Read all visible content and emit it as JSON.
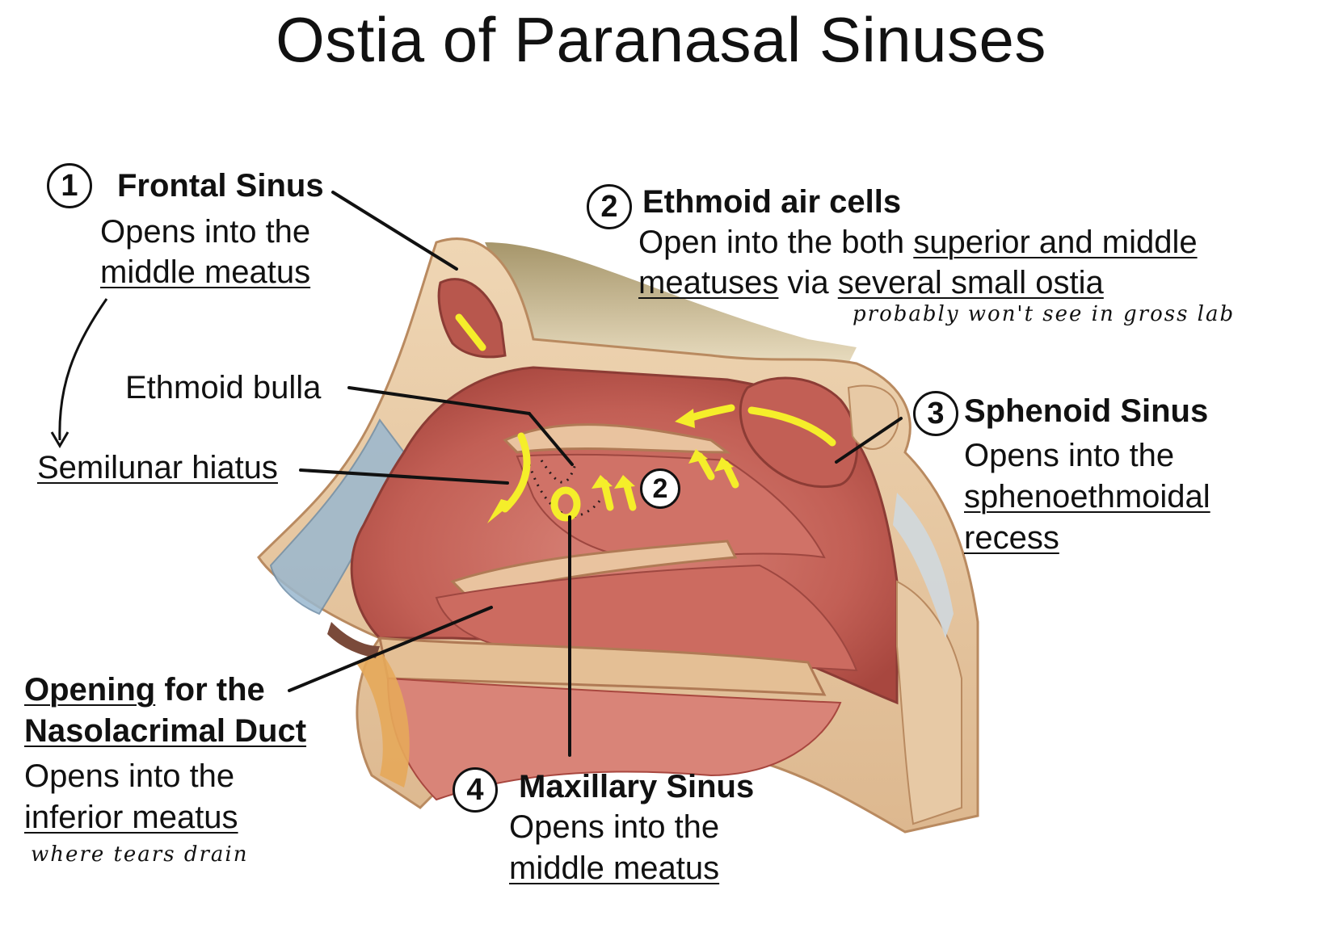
{
  "title": "Ostia of Paranasal Sinuses",
  "frontal": {
    "num": "1",
    "name": "Frontal Sinus",
    "line1": "Opens into the",
    "line2": "middle meatus"
  },
  "semilunar": "Semilunar hiatus",
  "ethmoid_bulla": "Ethmoid bulla",
  "ethmoid": {
    "num": "2",
    "name": "Ethmoid air cells",
    "line1_a": "Open into the both ",
    "line1_b": "superior and middle",
    "line2_a": "meatuses",
    "line2_b": " via ",
    "line2_c": "several small ostia",
    "note": "probably won't see in gross lab"
  },
  "marker_2": "2",
  "sphenoid": {
    "num": "3",
    "name": "Sphenoid Sinus",
    "line1": "Opens into the",
    "line2": "sphenoethmoidal",
    "line3": "recess"
  },
  "nasolacrimal": {
    "name_a": "Opening",
    "name_b": " for the",
    "name_c": "Nasolacrimal Duct",
    "line1": "Opens into the",
    "line2": "inferior meatus",
    "note": "where tears drain"
  },
  "maxillary": {
    "num": "4",
    "name": "Maxillary Sinus",
    "line1": "Opens into the",
    "line2": "middle meatus"
  },
  "colors": {
    "tissue": "#c9675e",
    "tissue_dark": "#9e4740",
    "bone": "#e7c9a5",
    "bone_edge": "#b98a60",
    "arrow": "#f5ee2a",
    "cartilage": "#9ab8cf"
  }
}
